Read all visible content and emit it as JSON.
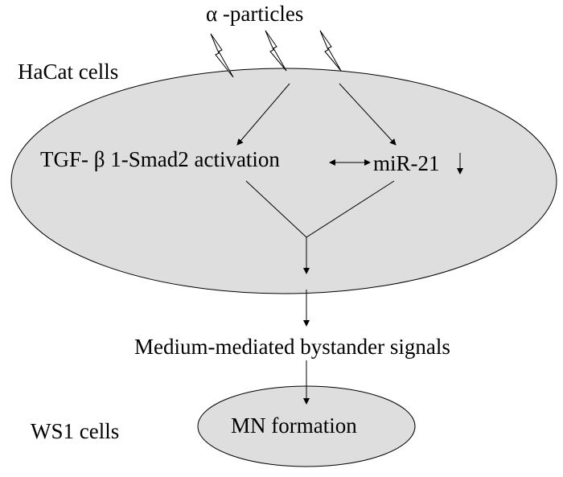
{
  "diagram": {
    "source_label": "α -particles",
    "outer_cell_label": "HaCat cells",
    "inner_cell_label": "WS1 cells",
    "nodes": {
      "tgf": "TGF- β 1-Smad2 activation",
      "mir": "miR-21",
      "mir_trend_symbol": "↓",
      "signals": "Medium-mediated bystander signals",
      "mn": "MN formation"
    },
    "icons": [
      "lightning-bolt-icon",
      "lightning-bolt-icon",
      "lightning-bolt-icon"
    ],
    "colors": {
      "cell_fill": "#dedede",
      "stroke": "#000000",
      "text": "#000000"
    }
  }
}
